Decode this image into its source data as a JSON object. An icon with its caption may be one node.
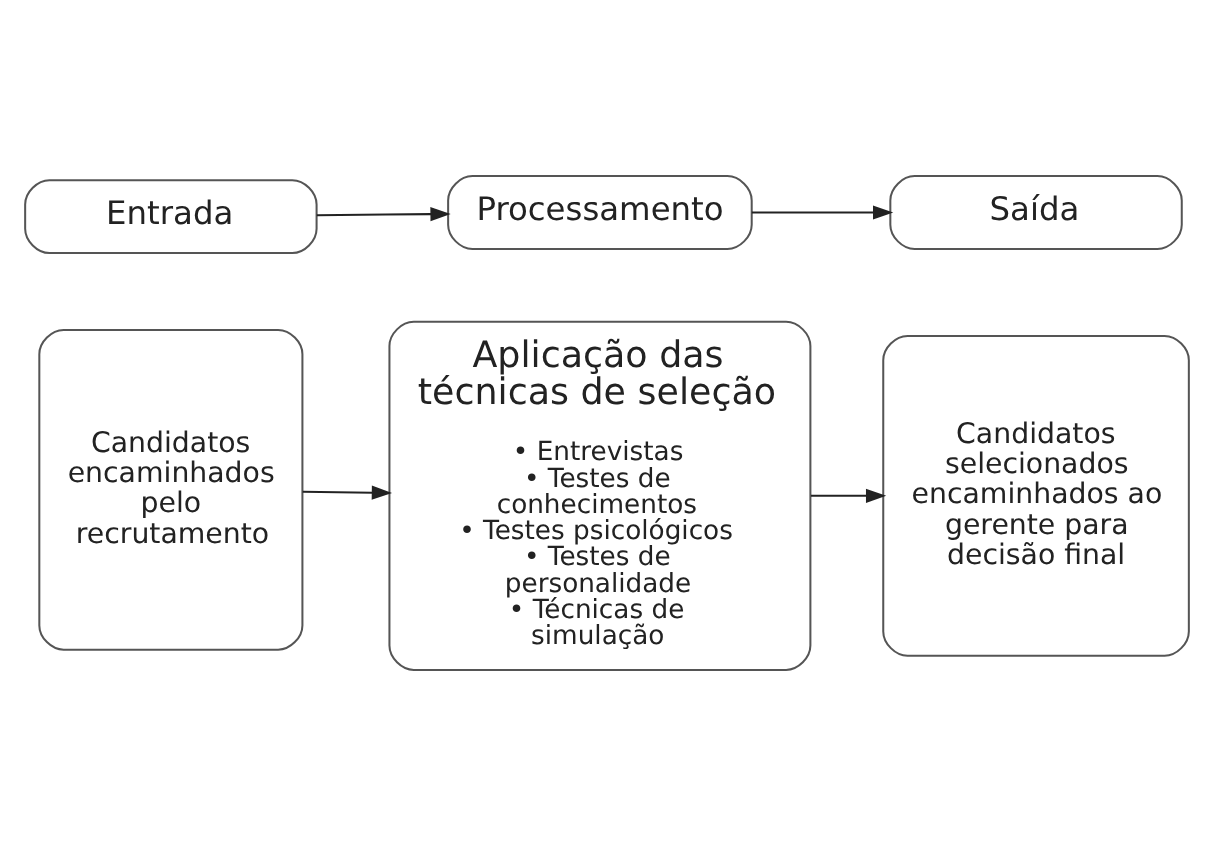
{
  "diagram": {
    "nodes": [
      {
        "text": [
          "Entrada"
        ]
      },
      {
        "text": [
          "Processamento"
        ]
      },
      {
        "text": [
          "Saída"
        ]
      },
      {
        "text": [
          "Candidatos encaminhados pelo recrutamento"
        ]
      },
      {
        "text": [
          "Aplicação das técnicas de seleção",
          "• Entrevistas",
          "• Testes de conhecimentos",
          "• Testes psicológicos",
          "• Testes de personalidade",
          "• Técnicas de simulação"
        ]
      },
      {
        "text": [
          "Candidatos selecionados encaminhados ao gerente para decisão final"
        ]
      }
    ],
    "edges": [
      {
        "from": 0,
        "to": 1,
        "arrow": "to"
      },
      {
        "from": 1,
        "to": 2,
        "arrow": "to"
      },
      {
        "from": 3,
        "to": 4,
        "arrow": "to"
      },
      {
        "from": 4,
        "to": 5,
        "arrow": "to"
      }
    ]
  }
}
